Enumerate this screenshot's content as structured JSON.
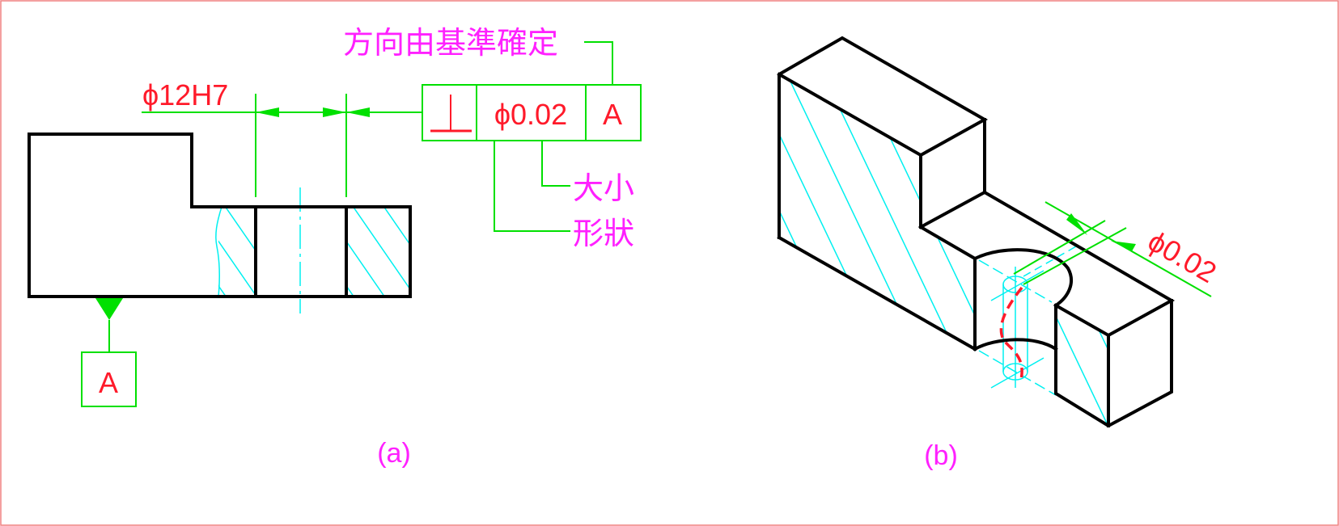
{
  "figure_a": {
    "dimension_label": "ϕ12H7",
    "feature_control_frame": {
      "symbol": "⊥",
      "tolerance": "ϕ0.02",
      "datum": "A"
    },
    "annotations": {
      "direction": "方向由基準確定",
      "size": "大小",
      "shape": "形狀"
    },
    "datum_label": "A",
    "caption": "(a)"
  },
  "figure_b": {
    "tolerance_label": "ϕ0.02",
    "caption": "(b)"
  },
  "colors": {
    "outline": "#000000",
    "dimension": "#00e000",
    "hatch": "#00f0f0",
    "tolerance_text": "#ff1a2a",
    "annotation_text": "#ff20ff",
    "border": "#f08080"
  }
}
